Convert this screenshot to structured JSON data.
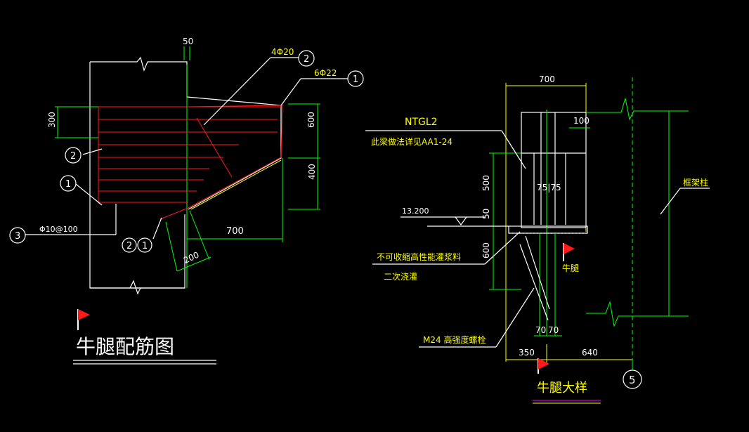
{
  "left_detail": {
    "title": "牛腿配筋图",
    "dims": {
      "top_offset": "50",
      "left_height": "300",
      "right_upper": "600",
      "right_lower": "400",
      "width": "700",
      "bevel": "200"
    },
    "rebar": {
      "bar_2": "4Φ20",
      "bar_1": "6Φ22",
      "stirrup": "Φ10@100"
    },
    "markers": {
      "m1": "1",
      "m2": "2",
      "m3": "3"
    }
  },
  "right_detail": {
    "title": "牛腿大样",
    "dims": {
      "top_width": "700",
      "flange": "100",
      "beam_height": "500",
      "grout_thickness": "50",
      "lower_height": "600",
      "bolt_spacing_a": "70",
      "bolt_spacing_b": "70",
      "left_to_axis": "350",
      "right_to_axis": "640",
      "web_dim": "75|75"
    },
    "labels": {
      "beam_code": "NTGL2",
      "beam_note": "此梁做法详见AA1-24",
      "elevation": "13.200",
      "grout": "不可收缩高性能灌浆料",
      "grout_2": "二次浇灌",
      "bolt": "M24 高强度螺栓",
      "corbel": "牛腿",
      "frame_column": "框架柱"
    },
    "axis_number": "5"
  },
  "colors": {
    "background": "#000000",
    "white": "#ffffff",
    "green": "#00ff00",
    "red": "#ff1a1a",
    "yellow": "#ffff00",
    "magenta": "#ff00ff"
  }
}
